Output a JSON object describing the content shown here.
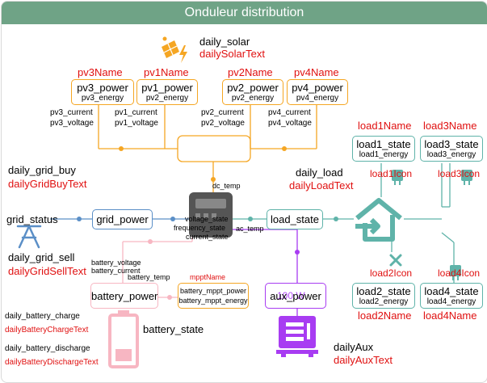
{
  "title": "Onduleur distribution",
  "solar": {
    "label": "daily_solar",
    "value": "dailySolarText",
    "icon": "solar-panel-icon"
  },
  "pv": [
    {
      "name": "pv3Name",
      "power": "pv3_power",
      "energy": "pv3_energy",
      "current": "pv3_current",
      "voltage": "pv3_voltage"
    },
    {
      "name": "pv1Name",
      "power": "pv1_power",
      "energy": "pv2_energy",
      "current": "pv1_current",
      "voltage": "pv1_voltage"
    },
    {
      "name": "pv2Name",
      "power": "pv2_power",
      "energy": "pv2_energy",
      "current": "pv2_current",
      "voltage": "pv2_voltage"
    },
    {
      "name": "pv4Name",
      "power": "pv4_power",
      "energy": "pv4_energy",
      "current": "pv4_current",
      "voltage": "pv4_voltage"
    }
  ],
  "inverter": {
    "dc_temp": "dc_temp",
    "voltage_state": "voltage_state",
    "frequency_state": "frequency_state",
    "current_state": "current_state",
    "ac_temp": "ac_temp",
    "icon": "inverter-icon"
  },
  "grid": {
    "buy_label": "daily_grid_buy",
    "buy_value": "dailyGridBuyText",
    "status": "grid_status",
    "power": "grid_power",
    "sell_label": "daily_grid_sell",
    "sell_value": "dailyGridSellText",
    "icon": "transmission-tower-icon"
  },
  "load": {
    "daily_label": "daily_load",
    "daily_value": "dailyLoadText",
    "state": "load_state",
    "icon": "home-import-icon",
    "loads": [
      {
        "name": "load1Name",
        "state": "load1_state",
        "energy": "load1_energy",
        "icon": "load1Icon"
      },
      {
        "name": "load3Name",
        "state": "load3_state",
        "energy": "load3_energy",
        "icon": "load3Icon"
      },
      {
        "name": "load2Name",
        "state": "load2_state",
        "energy": "load2_energy",
        "icon": "load2Icon"
      },
      {
        "name": "load4Name",
        "state": "load4_state",
        "energy": "load4_energy",
        "icon": "load4Icon"
      }
    ]
  },
  "battery": {
    "voltage": "battery_voltage",
    "current": "battery_current",
    "temp": "battery_temp",
    "power": "battery_power",
    "state": "battery_state",
    "charge_label": "daily_battery_charge",
    "charge_value": "dailyBatteryChargeText",
    "discharge_label": "daily_battery_discharge",
    "discharge_value": "dailyBatteryDischargeText",
    "icon": "battery-low-icon"
  },
  "mppt": {
    "name": "mpptName",
    "power": "battery_mppt_power",
    "energy": "battery_mppt_energy"
  },
  "aux": {
    "power": "aux_power",
    "overlay": "100 W",
    "label": "dailyAux",
    "value": "dailyAuxText",
    "icon": "generator-icon"
  },
  "colors": {
    "title_bg": "#6fa386",
    "solar": "#f5a623",
    "grid": "#5b8fc7",
    "load": "#5fb3a9",
    "battery": "#f7b6c2",
    "aux": "#a83cf2",
    "inverter": "#555555",
    "label_red": "#e01010"
  }
}
